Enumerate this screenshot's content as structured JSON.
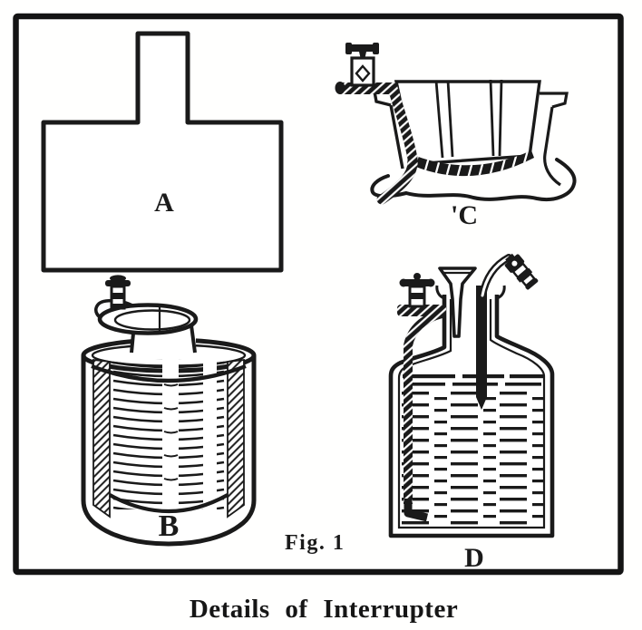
{
  "figure": {
    "fig_number": "Fig. 1",
    "caption": "Details of Interrupter",
    "labels": {
      "a": "A",
      "b": "B",
      "c": "'C",
      "d": "D"
    },
    "colors": {
      "ink": "#1a1a1a",
      "paper": "#ffffff"
    }
  }
}
